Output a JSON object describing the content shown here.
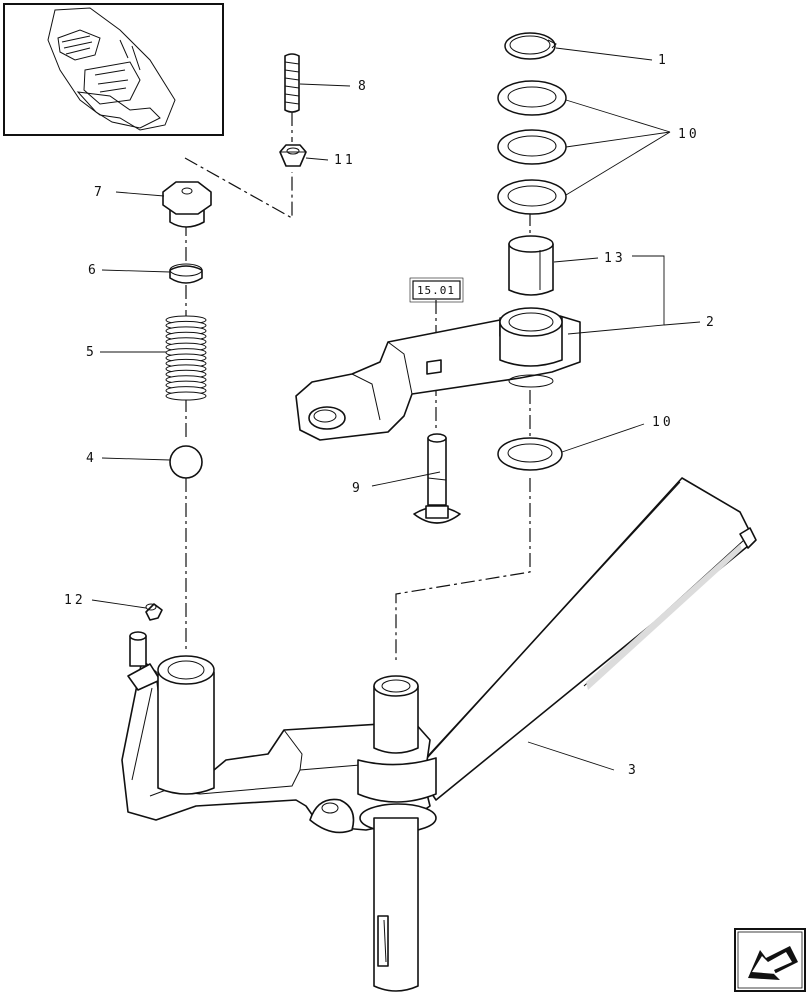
{
  "diagram": {
    "type": "exploded-parts-view",
    "reference_box": "15.01",
    "callouts": [
      {
        "id": "c1",
        "text": "1"
      },
      {
        "id": "c2",
        "text": "2"
      },
      {
        "id": "c3",
        "text": "3"
      },
      {
        "id": "c4",
        "text": "4"
      },
      {
        "id": "c5",
        "text": "5"
      },
      {
        "id": "c6",
        "text": "6"
      },
      {
        "id": "c7",
        "text": "7"
      },
      {
        "id": "c8",
        "text": "8"
      },
      {
        "id": "c9",
        "text": "9"
      },
      {
        "id": "c10a",
        "text": "10"
      },
      {
        "id": "c10b",
        "text": "10"
      },
      {
        "id": "c11",
        "text": "11"
      },
      {
        "id": "c12",
        "text": "12"
      },
      {
        "id": "c13",
        "text": "13"
      }
    ]
  },
  "colors": {
    "line": "#111111",
    "background": "#ffffff"
  },
  "icons": {
    "thumbnail": "tractor-location-thumbnail",
    "navigation": "next-page-arrow-icon"
  }
}
